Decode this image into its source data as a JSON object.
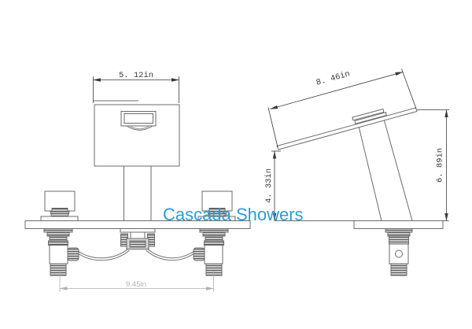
{
  "watermark": {
    "label": "Cascada Showers",
    "color": "#2E9BD5"
  },
  "dimensions": {
    "front_width": "5. 12in",
    "spout_length": "8. 46in",
    "rear_height": "4. 33in",
    "overall_height": "6. 89in",
    "hole_spacing": "9.45in"
  },
  "colors": {
    "object_line": "#6b6b6b",
    "dimension_line": "#3a3a3a",
    "light_dimension_line": "#b0b0b0"
  }
}
